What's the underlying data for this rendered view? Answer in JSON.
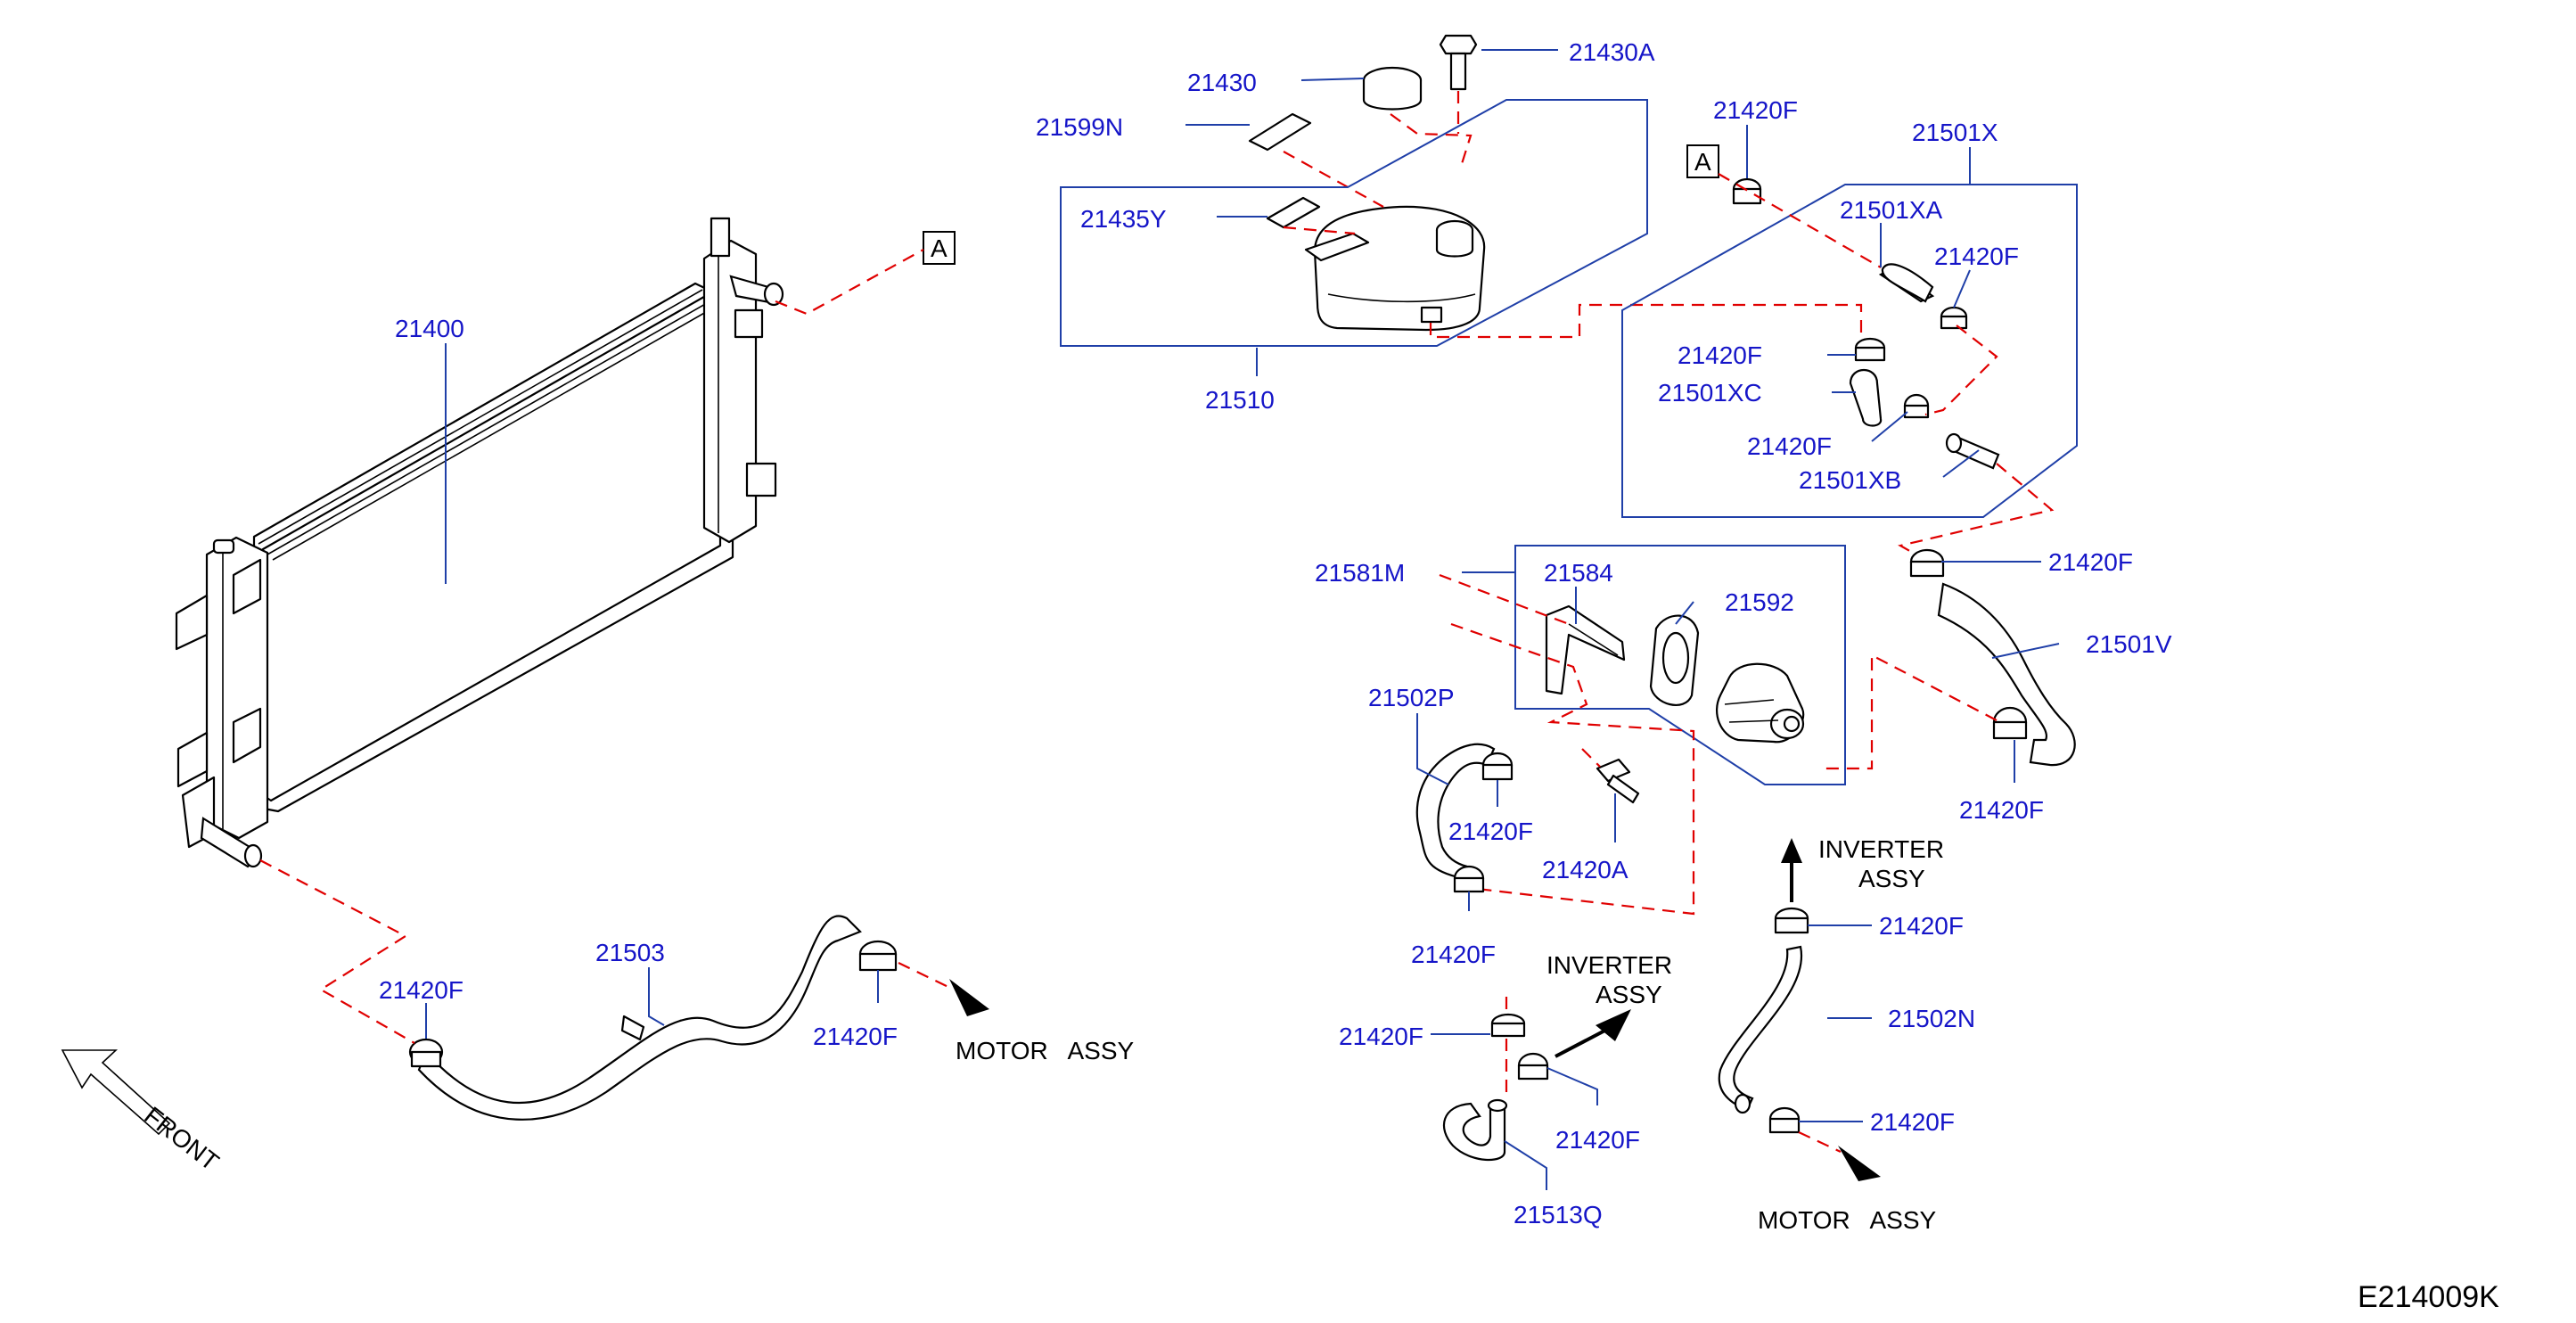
{
  "diagram_code": "E214009K",
  "ref_marker": "A",
  "direction_label": "FRONT",
  "notes": {
    "motor_assy_1": "MOTOR   ASSY",
    "motor_assy_2": "MOTOR   ASSY",
    "inverter_1_line1": "INVERTER",
    "inverter_1_line2": "ASSY",
    "inverter_2_line1": "INVERTER",
    "inverter_2_line2": "ASSY"
  },
  "labels": {
    "p21400": "21400",
    "p21430": "21430",
    "p21430A": "21430A",
    "p21599N": "21599N",
    "p21435Y": "21435Y",
    "p21510": "21510",
    "p21420F_top": "21420F",
    "p21501X": "21501X",
    "p21501XA": "21501XA",
    "p21420F_xa": "21420F",
    "p21420F_xc_top": "21420F",
    "p21501XC": "21501XC",
    "p21420F_xc_bot": "21420F",
    "p21501XB": "21501XB",
    "p21420F_v_top": "21420F",
    "p21501V": "21501V",
    "p21420F_v_bot": "21420F",
    "p21581M": "21581M",
    "p21584": "21584",
    "p21592": "21592",
    "p21502P": "21502P",
    "p21420F_p_top": "21420F",
    "p21420A": "21420A",
    "p21420F_p_bot": "21420F",
    "p21503": "21503",
    "p21420F_503_left": "21420F",
    "p21420F_503_right": "21420F",
    "p21420F_q_top": "21420F",
    "p21420F_q_right": "21420F",
    "p21513Q": "21513Q",
    "p21420F_n_top": "21420F",
    "p21502N": "21502N",
    "p21420F_n_bot": "21420F"
  }
}
